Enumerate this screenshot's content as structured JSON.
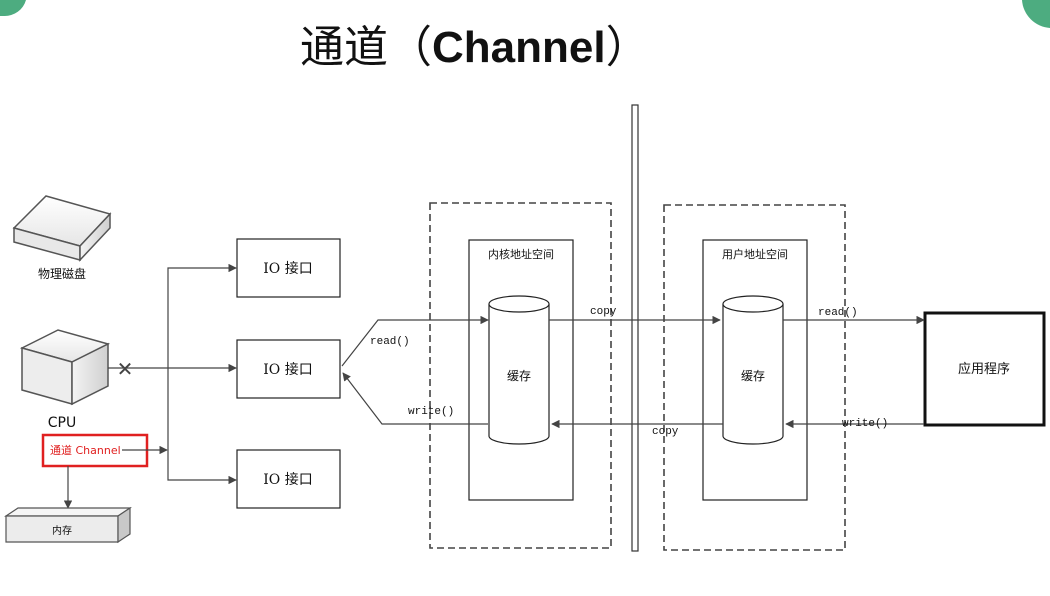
{
  "title": {
    "cn": "通道",
    "open_paren": "（",
    "en": "Channel",
    "close_paren": "）"
  },
  "devices": {
    "disk_label": "物理磁盘",
    "cpu_label": "CPU",
    "channel_label": "通道 Channel",
    "memory_label": "内存",
    "blocked_mark": "✕"
  },
  "io_interfaces": [
    {
      "label": "IO 接口"
    },
    {
      "label": "IO 接口"
    },
    {
      "label": "IO 接口"
    }
  ],
  "kernel_space": {
    "label": "内核地址空间",
    "cache_label": "缓存"
  },
  "user_space": {
    "label": "用户地址空间",
    "cache_label": "缓存"
  },
  "application": {
    "label": "应用程序"
  },
  "flows": {
    "read_left": "read()",
    "write_left": "write()",
    "copy_top": "copy",
    "copy_bottom": "copy",
    "read_right": "read()",
    "write_right": "write()"
  },
  "colors": {
    "title_green": "#2e9e6a",
    "channel_red": "#e02020",
    "line": "#444444"
  }
}
